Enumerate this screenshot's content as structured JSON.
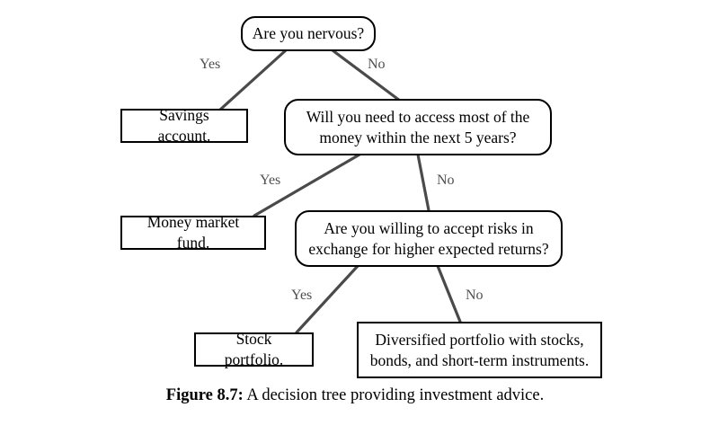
{
  "figure": {
    "caption_label": "Figure 8.7:",
    "caption_text": "A decision tree providing investment advice.",
    "background_color": "#ffffff",
    "node_border_color": "#000000",
    "edge_color": "#4a4a4a",
    "edge_label_color": "#4f4f4f"
  },
  "nodes": {
    "root_question": "Are you nervous?",
    "savings_leaf": "Savings account.",
    "horizon_question": "Will you need to access most of the\nmoney within the next 5 years?",
    "money_market_leaf": "Money market fund.",
    "risk_question": "Are you willing to accept risks in\nexchange for higher expected returns?",
    "stock_leaf": "Stock portfolio.",
    "diversified_leaf": "Diversified portfolio with stocks,\nbonds, and short-term instruments."
  },
  "edge_labels": {
    "root_yes": "Yes",
    "root_no": "No",
    "horizon_yes": "Yes",
    "horizon_no": "No",
    "risk_yes": "Yes",
    "risk_no": "No"
  }
}
